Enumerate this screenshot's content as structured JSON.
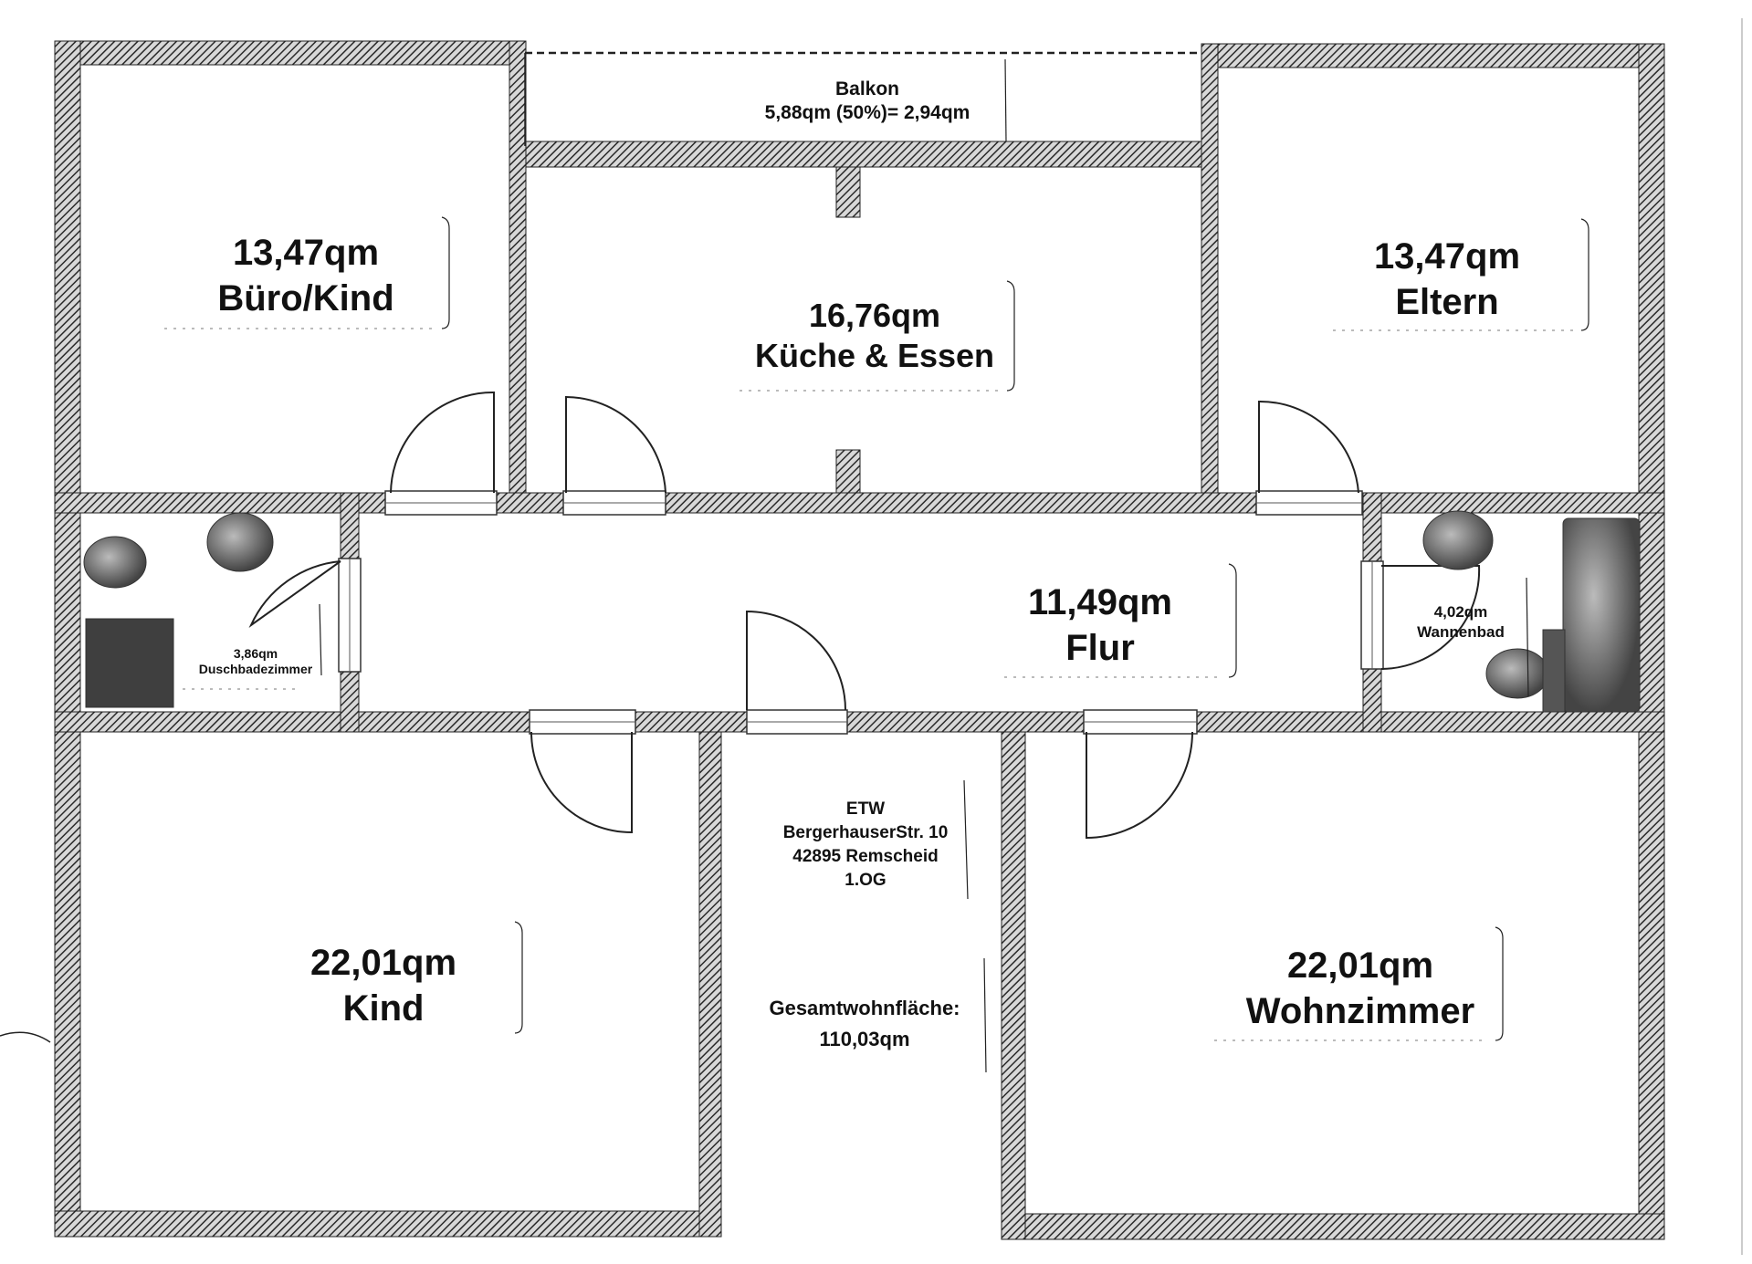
{
  "rooms": {
    "balkon": {
      "name": "Balkon",
      "area": "5,88qm (50%)= 2,94qm"
    },
    "buero": {
      "area": "13,47qm",
      "name": "Büro/Kind"
    },
    "kueche": {
      "area": "16,76qm",
      "name": "Küche & Essen"
    },
    "eltern": {
      "area": "13,47qm",
      "name": "Eltern"
    },
    "dusche": {
      "area": "3,86qm",
      "name": "Duschbadezimmer"
    },
    "flur": {
      "area": "11,49qm",
      "name": "Flur"
    },
    "wannenbad": {
      "area": "4,02qm",
      "name": "Wannenbad"
    },
    "kind": {
      "area": "22,01qm",
      "name": "Kind"
    },
    "wohnzimmer": {
      "area": "22,01qm",
      "name": "Wohnzimmer"
    }
  },
  "info": {
    "type": "ETW",
    "street": "BergerhauserStr. 10",
    "city": "42895 Remscheid",
    "floor": "1.OG",
    "total_label": "Gesamtwohnfläche:",
    "total_value": "110,03qm"
  },
  "colors": {
    "wall": "#3a3a3a",
    "ink": "#111111",
    "fixture": "#777777"
  }
}
